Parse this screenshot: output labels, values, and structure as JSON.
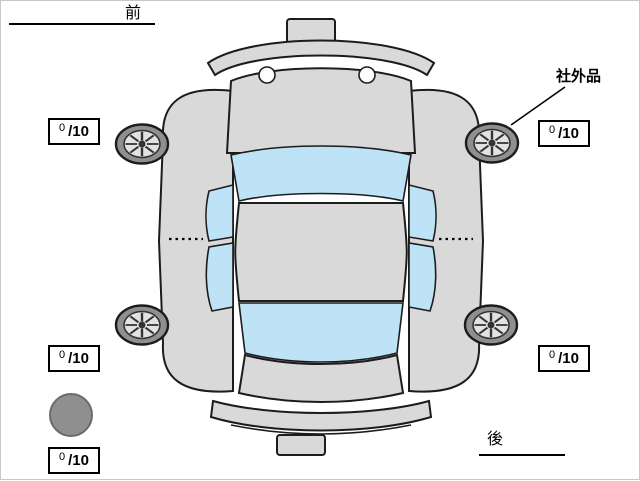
{
  "labels": {
    "front": "前",
    "rear": "後",
    "aftermarket_part": "社外品"
  },
  "tread_scores": {
    "front_left": {
      "value": "0",
      "max": "/10"
    },
    "front_right": {
      "value": "0",
      "max": "/10"
    },
    "rear_left": {
      "value": "0",
      "max": "/10"
    },
    "rear_right": {
      "value": "0",
      "max": "/10"
    },
    "spare": {
      "value": "0",
      "max": "/10"
    }
  },
  "colors": {
    "body": "#d9d9d9",
    "glass": "#bfe3f6",
    "wheel": "#8f8f8f",
    "outline": "#1c1c1c",
    "background": "#ffffff"
  }
}
